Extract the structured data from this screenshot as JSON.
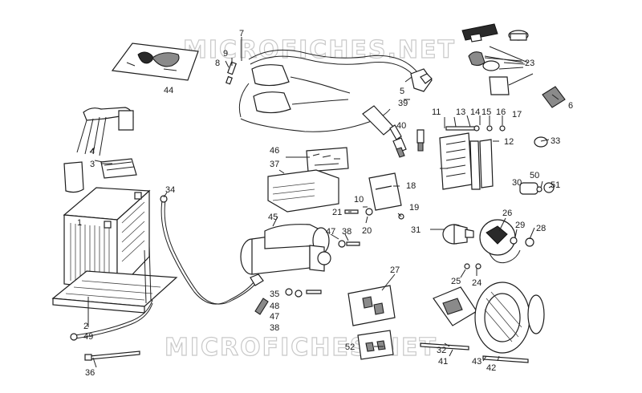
{
  "watermark": "MICROFICHES.NET",
  "callouts": [
    {
      "id": "c1",
      "text": "1"
    },
    {
      "id": "c2",
      "text": "2"
    },
    {
      "id": "c3",
      "text": "3"
    },
    {
      "id": "c4",
      "text": "4"
    },
    {
      "id": "c5",
      "text": "5"
    },
    {
      "id": "c6",
      "text": "6"
    },
    {
      "id": "c7",
      "text": "7"
    },
    {
      "id": "c8",
      "text": "8"
    },
    {
      "id": "c9",
      "text": "9"
    },
    {
      "id": "c10",
      "text": "10"
    },
    {
      "id": "c11",
      "text": "11"
    },
    {
      "id": "c12",
      "text": "12"
    },
    {
      "id": "c13",
      "text": "13"
    },
    {
      "id": "c14",
      "text": "14"
    },
    {
      "id": "c15",
      "text": "15"
    },
    {
      "id": "c16",
      "text": "16"
    },
    {
      "id": "c17",
      "text": "17"
    },
    {
      "id": "c18",
      "text": "18"
    },
    {
      "id": "c19",
      "text": "19"
    },
    {
      "id": "c20",
      "text": "20"
    },
    {
      "id": "c21",
      "text": "21"
    },
    {
      "id": "c23",
      "text": "23"
    },
    {
      "id": "c24",
      "text": "24"
    },
    {
      "id": "c25",
      "text": "25"
    },
    {
      "id": "c26",
      "text": "26"
    },
    {
      "id": "c27",
      "text": "27"
    },
    {
      "id": "c28",
      "text": "28"
    },
    {
      "id": "c29",
      "text": "29"
    },
    {
      "id": "c30",
      "text": "30"
    },
    {
      "id": "c31",
      "text": "31"
    },
    {
      "id": "c32",
      "text": "32"
    },
    {
      "id": "c33",
      "text": "33"
    },
    {
      "id": "c34",
      "text": "34"
    },
    {
      "id": "c35",
      "text": "35"
    },
    {
      "id": "c36",
      "text": "36"
    },
    {
      "id": "c37",
      "text": "37"
    },
    {
      "id": "c38a",
      "text": "38"
    },
    {
      "id": "c38b",
      "text": "38"
    },
    {
      "id": "c39",
      "text": "39"
    },
    {
      "id": "c40",
      "text": "40"
    },
    {
      "id": "c41",
      "text": "41"
    },
    {
      "id": "c42",
      "text": "42"
    },
    {
      "id": "c43",
      "text": "43"
    },
    {
      "id": "c44",
      "text": "44"
    },
    {
      "id": "c45",
      "text": "45"
    },
    {
      "id": "c46",
      "text": "46"
    },
    {
      "id": "c47a",
      "text": "47"
    },
    {
      "id": "c47b",
      "text": "47"
    },
    {
      "id": "c48",
      "text": "48"
    },
    {
      "id": "c49",
      "text": "49"
    },
    {
      "id": "c50",
      "text": "50"
    },
    {
      "id": "c51",
      "text": "51"
    },
    {
      "id": "c52",
      "text": "52"
    }
  ]
}
